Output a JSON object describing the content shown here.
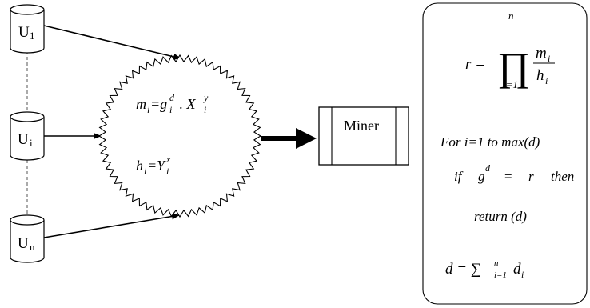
{
  "users": [
    {
      "base": "U",
      "sub": "1"
    },
    {
      "base": "U",
      "sub": "i"
    },
    {
      "base": "U",
      "sub": "n"
    }
  ],
  "cloud": {
    "m_lhs": "m",
    "m_lhs_sub": "i",
    "m_eq": "=g",
    "m_g_sup": "d",
    "m_g_sub": "i",
    "m_dot": " . X",
    "m_x_sup": "y",
    "m_x_sub": "i",
    "h_lhs": "h",
    "h_lhs_sub": "i",
    "h_eq": "=Y",
    "h_y_sup": "x",
    "h_y_sub": "i"
  },
  "miner": {
    "label": "Miner"
  },
  "panel": {
    "r_lhs": "r =",
    "prod_top": "n",
    "prod_bottom": "i=1",
    "prod_symbol": "∏",
    "frac_num": "m",
    "frac_num_sub": "i",
    "frac_den": "h",
    "frac_den_sub": "i",
    "loop_line": "For i=1 to max(d)",
    "if_word": "if",
    "if_g": "g",
    "if_g_sup": "d",
    "if_eq": "=",
    "if_r": "r",
    "if_then": "then",
    "return_line": "return (d)",
    "d_lhs": "d = ∑",
    "sum_sup": "n",
    "sum_sub": "i=1",
    "d_var": "d",
    "d_var_sub": "i"
  }
}
